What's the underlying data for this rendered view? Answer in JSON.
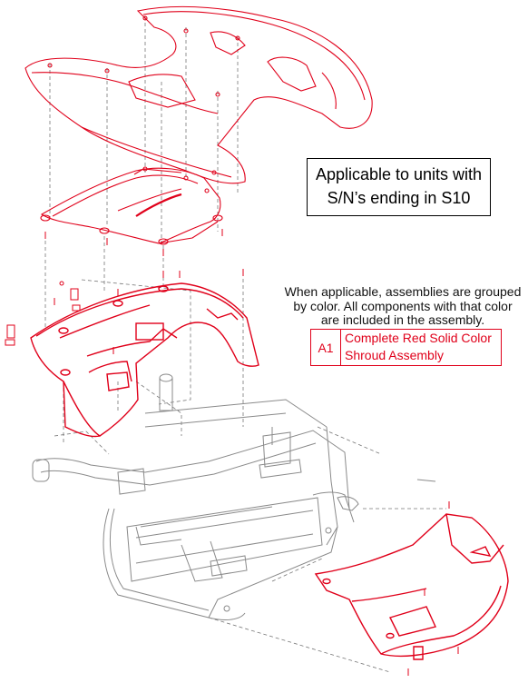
{
  "note": {
    "line1": "Applicable to units with",
    "line2": "S/N’s ending in S10"
  },
  "legend": {
    "intro": [
      "When applicable, assemblies are grouped",
      "by color. All components with that color",
      "are included in the assembly."
    ],
    "items": [
      {
        "code": "A1",
        "desc_line1": "Complete Red Solid Color",
        "desc_line2": "Shroud Assembly"
      }
    ]
  },
  "colors": {
    "assembly": "#e0001a",
    "frame": "#8a8a8a",
    "text": "#000000"
  }
}
